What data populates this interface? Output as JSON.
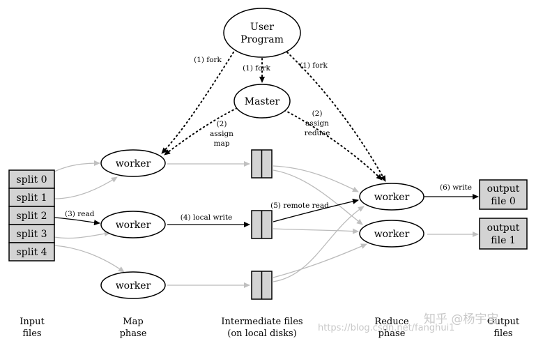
{
  "nodes": {
    "user_program": [
      "User",
      "Program"
    ],
    "master": "Master",
    "worker": "worker",
    "splits": [
      "split 0",
      "split 1",
      "split 2",
      "split 3",
      "split 4"
    ],
    "output_files": [
      [
        "output",
        "file 0"
      ],
      [
        "output",
        "file 1"
      ]
    ]
  },
  "edges": {
    "fork_left": "(1) fork",
    "fork_master": "(1) fork",
    "fork_right": "(1) fork",
    "assign_map": [
      "(2)",
      "assign",
      "map"
    ],
    "assign_reduce": [
      "(2)",
      "assign",
      "reduce"
    ],
    "read": "(3) read",
    "local_write": "(4) local write",
    "remote_read": "(5) remote read",
    "write": "(6) write"
  },
  "captions": {
    "input": [
      "Input",
      "files"
    ],
    "map": [
      "Map",
      "phase"
    ],
    "intermediate": [
      "Intermediate files",
      "(on local disks)"
    ],
    "reduce": [
      "Reduce",
      "phase"
    ],
    "output": [
      "Output",
      "files"
    ]
  },
  "watermark": {
    "url": "https://blog.csdn.net/fanghui1",
    "brand": "知乎 @杨宇宙"
  },
  "colors": {
    "box_fill": "#d3d3d3",
    "gray_edge": "#bbbbbb",
    "black": "#000000"
  }
}
